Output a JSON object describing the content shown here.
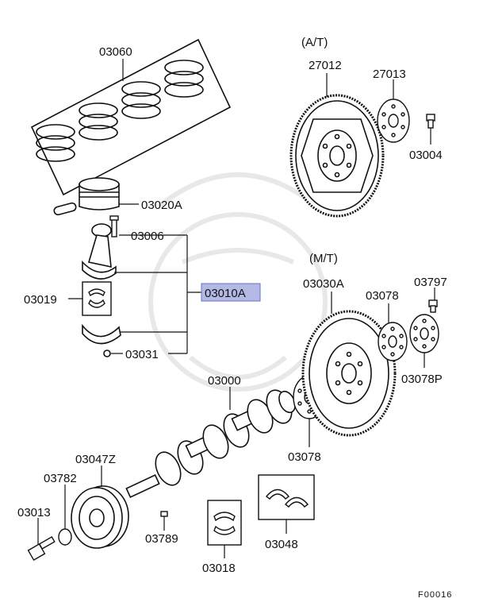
{
  "labels": {
    "p03060": "03060",
    "p03020A": "03020A",
    "p03006": "03006",
    "p03019": "03019",
    "p03010A": "03010A",
    "p03031": "03031",
    "p03000": "03000",
    "p03047Z": "03047Z",
    "p03782": "03782",
    "p03013": "03013",
    "p03789": "03789",
    "p03018": "03018",
    "p03048": "03048",
    "p03078_center": "03078",
    "at": "(A/T)",
    "p27012": "27012",
    "p27013": "27013",
    "p03004": "03004",
    "mt": "(M/T)",
    "p03030A": "03030A",
    "p03078_right": "03078",
    "p03797": "03797",
    "p03078P": "03078P",
    "figure_code": "F00016"
  },
  "colors": {
    "highlight": "#b4b8e4",
    "line": "#111111",
    "watermark": "#e6e6e6"
  }
}
